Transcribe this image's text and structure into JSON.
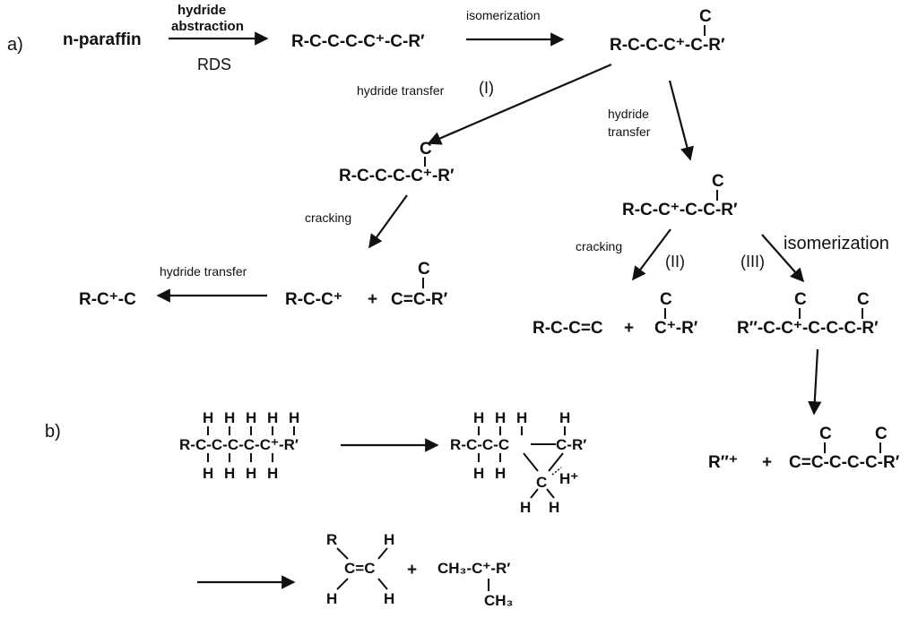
{
  "panel_a": {
    "label": "a)",
    "nparaffin": "n-paraffin",
    "step1_line1": "hydride",
    "step1_line2": "abstraction",
    "step1_rds": "RDS",
    "ion1": "R-C-C-C-C⁺-C-R′",
    "step2": "isomerization",
    "ion2": "R-C-C-C⁺-C-R′",
    "ion2_branch": "C",
    "path_I_label": "hydride transfer",
    "path_I_num": "(I)",
    "ion3": "R-C-C-C-C⁺-R′",
    "ion3_branch": "C",
    "cracking_left": "cracking",
    "prod_left1": "R-C-C⁺",
    "plus": "+",
    "prod_left2": "C=C-R′",
    "prod_left2_branch": "C",
    "path_hydride_left": "hydride transfer",
    "prod_far_left": "R-C⁺-C",
    "path_right_line1": "hydride",
    "path_right_line2": "transfer",
    "ion4": "R-C-C⁺-C-C-R′",
    "ion4_branch": "C",
    "cracking_right": "cracking",
    "path_II": "(II)",
    "path_III": "(III)",
    "isomerization_right": "isomerization",
    "prod_right1": "R-C-C=C",
    "prod_right2": "C⁺-R′",
    "prod_right2_branch": "C",
    "ion5": "R″-C-C⁺-C-C-C-R′",
    "ion5_branch1": "C",
    "ion5_branch2": "C",
    "final_left": "R″⁺",
    "final_right": "C=C-C-C-C-R′",
    "final_branch1": "C",
    "final_branch2": "C"
  },
  "panel_b": {
    "label": "b)",
    "H": "H",
    "R": "R",
    "struct1_main": "R-C-C-C-C-C⁺-R′",
    "struct2_main": "R-C-C-C",
    "struct2_right": "C-R′",
    "struct2_C": "C",
    "struct2_Hplus": "H⁺",
    "alkene_C": "C=C",
    "plus": "+",
    "carbocation": "CH₃-C⁺-R′",
    "methyl": "CH₃"
  }
}
